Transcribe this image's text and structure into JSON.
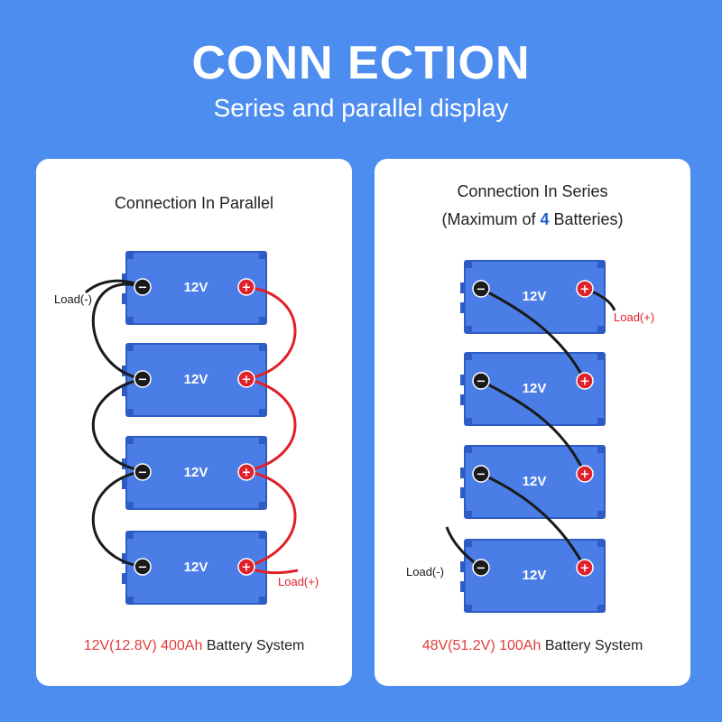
{
  "header": {
    "title": "CONN ECTION",
    "subtitle": "Series and parallel display"
  },
  "parallel": {
    "title": "Connection In Parallel",
    "battery_voltage": "12V",
    "batteries": [
      "12V",
      "12V",
      "12V",
      "12V"
    ],
    "negative_symbol": "−",
    "positive_symbol": "+",
    "load_negative": "Load(-)",
    "load_positive": "Load(+)",
    "summary_highlight": "12V(12.8V) 400Ah",
    "summary_rest": "Battery System"
  },
  "series": {
    "title": "Connection In Series",
    "note_prefix": "(Maximum of",
    "note_number": "4",
    "note_suffix": "Batteries)",
    "batteries": [
      "12V",
      "12V",
      "12V",
      "12V"
    ],
    "negative_symbol": "−",
    "positive_symbol": "+",
    "load_negative": "Load(-)",
    "load_positive": "Load(+)",
    "summary_highlight": "48V(51.2V) 100Ah",
    "summary_rest": "Battery System"
  },
  "colors": {
    "background": "#4d8df0",
    "battery_fill": "#4a7ee6",
    "battery_border": "#2f5cc4",
    "positive_wire": "#e0202a",
    "negative_wire": "#1a1a1a",
    "highlight_text": "#e23b3b"
  }
}
